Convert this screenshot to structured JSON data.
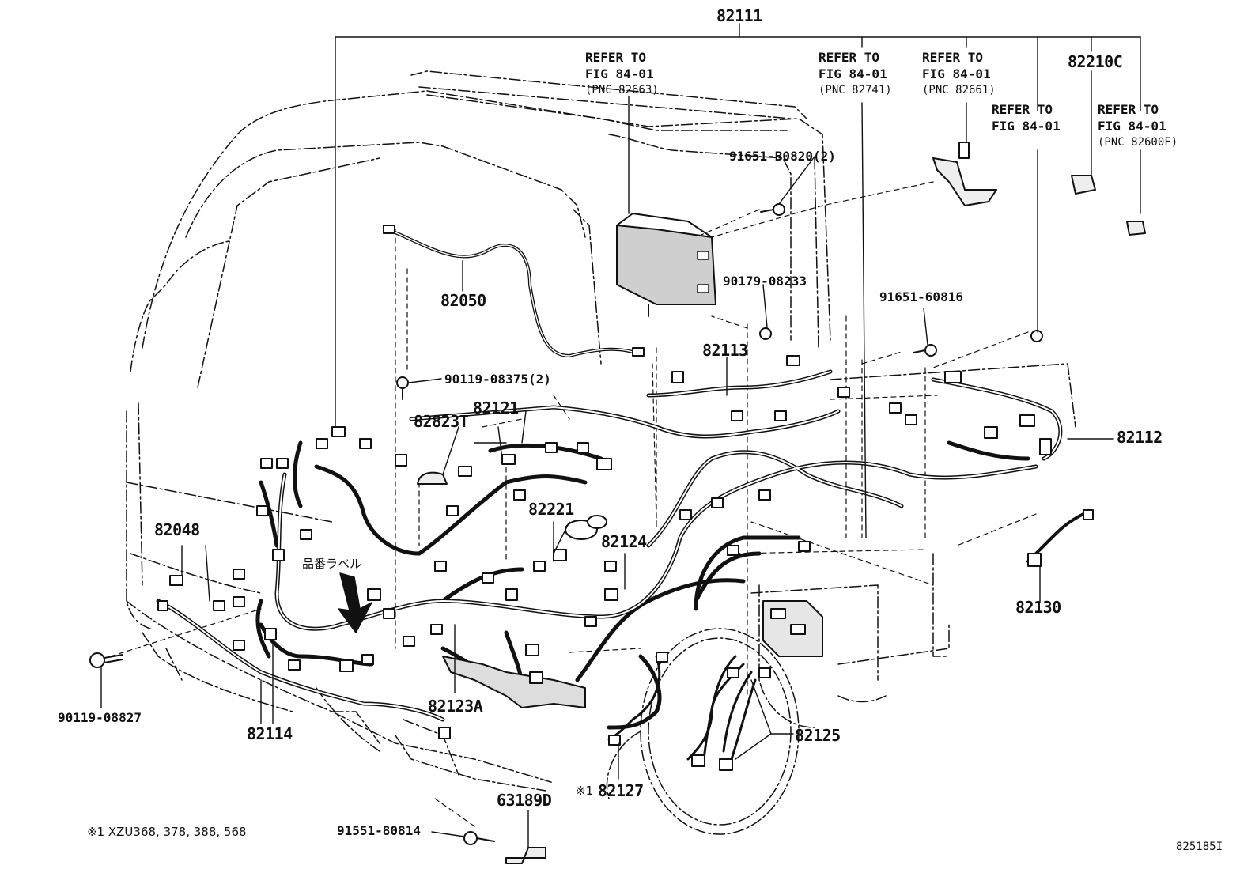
{
  "figure_id": "825185I",
  "ink": "#111111",
  "part_numbers": {
    "main_harness": "82111",
    "cab_wire": "82050",
    "engine_room_front": "82048",
    "front_harness_a": "82114",
    "bolt_front": "90119-08827",
    "bolt_set": "90119-08375(2)",
    "protector": "82823T",
    "clamp_wire": "82121",
    "relay_block": "82221",
    "sub_harness_124": "82124",
    "sub_harness_123a": "82123A",
    "wire_113": "82113",
    "wire_112": "82112",
    "wire_130": "82130",
    "wire_125": "82125",
    "wire_127": "82127",
    "bracket": "63189D",
    "bolt_bottom": "91551-80814",
    "bolt_ecu": "91651-B0820(2)",
    "nut_ecu": "90179-08233",
    "bolt_right": "91651-60816",
    "ref_82210c": "82210C"
  },
  "references": [
    {
      "line1": "REFER TO",
      "line2": "FIG 84-01",
      "line3": "(PNC 82663)"
    },
    {
      "line1": "REFER TO",
      "line2": "FIG 84-01",
      "line3": "(PNC 82741)"
    },
    {
      "line1": "REFER TO",
      "line2": "FIG 84-01",
      "line3": "(PNC 82661)"
    },
    {
      "line1": "REFER TO",
      "line2": "FIG 84-01",
      "line3": ""
    },
    {
      "line1": "REFER TO",
      "line2": "FIG 84-01",
      "line3": "(PNC 82600F)"
    }
  ],
  "label_callout": "品番ラベル",
  "footnote_marker": "※1",
  "footnote": "※1 XZU368, 378, 388, 568"
}
